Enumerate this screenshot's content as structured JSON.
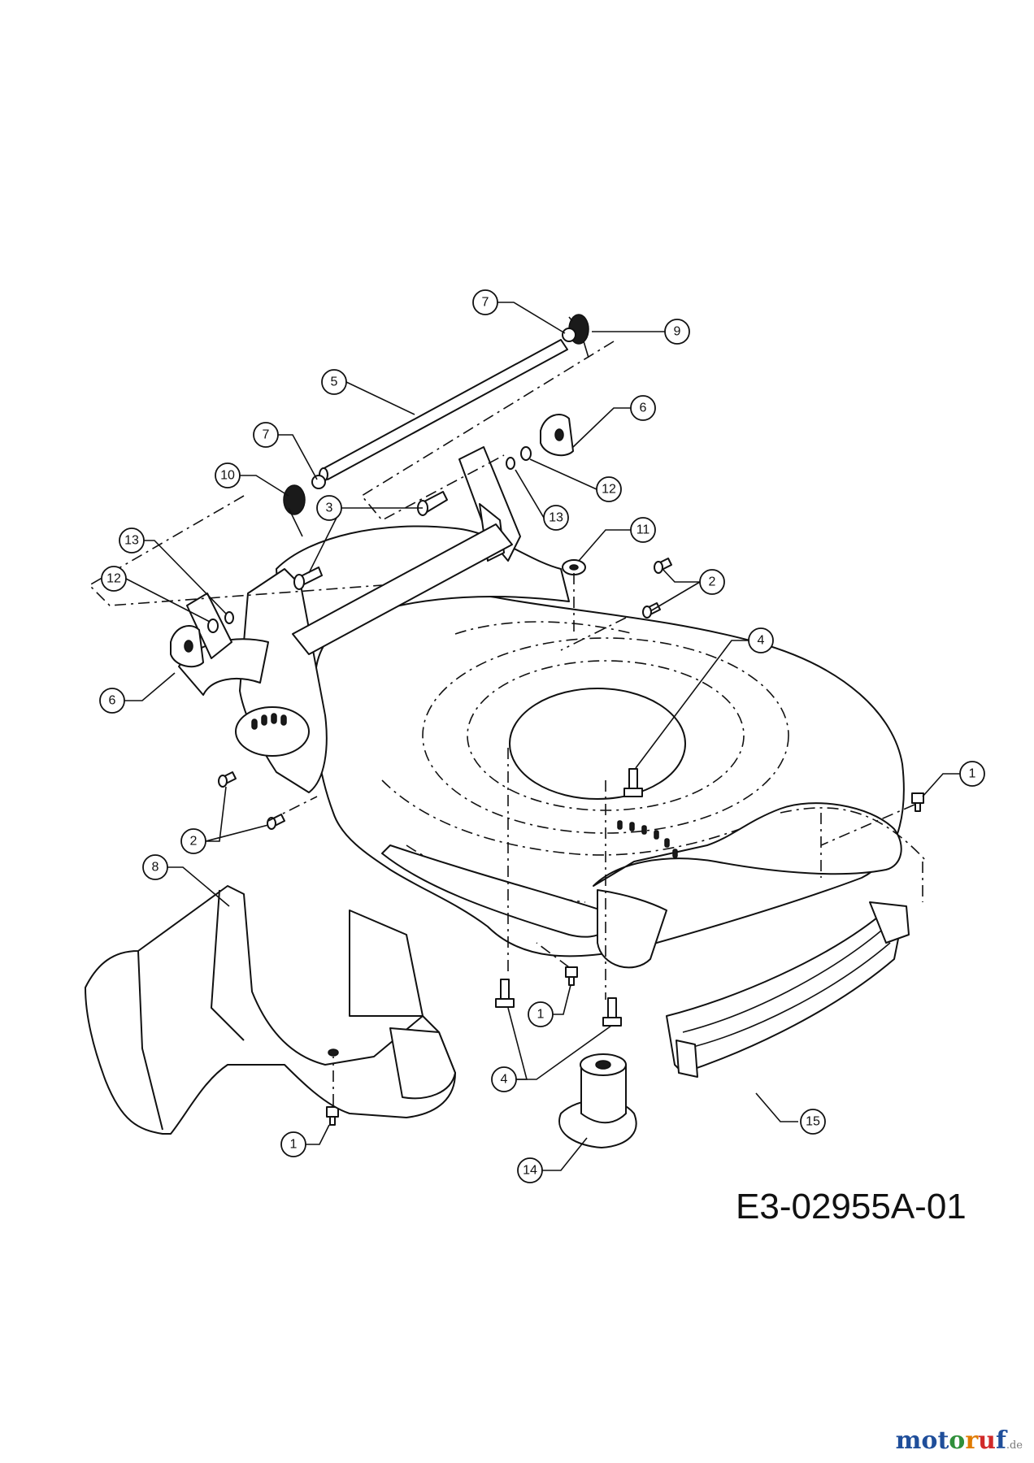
{
  "drawing_code": "E3-02955A-01",
  "watermark": {
    "letters": [
      {
        "ch": "m",
        "color": "#1f4e9a"
      },
      {
        "ch": "o",
        "color": "#1f4e9a"
      },
      {
        "ch": "t",
        "color": "#1f4e9a"
      },
      {
        "ch": "o",
        "color": "#2f8f3a"
      },
      {
        "ch": "r",
        "color": "#e07b00"
      },
      {
        "ch": "u",
        "color": "#d12a2a"
      },
      {
        "ch": "f",
        "color": "#1f4e9a"
      }
    ],
    "suffix": ".de"
  },
  "callouts": [
    {
      "label": "7"
    },
    {
      "label": "9"
    },
    {
      "label": "5"
    },
    {
      "label": "6"
    },
    {
      "label": "7"
    },
    {
      "label": "10"
    },
    {
      "label": "3"
    },
    {
      "label": "12"
    },
    {
      "label": "13"
    },
    {
      "label": "11"
    },
    {
      "label": "13"
    },
    {
      "label": "12"
    },
    {
      "label": "2"
    },
    {
      "label": "6"
    },
    {
      "label": "4"
    },
    {
      "label": "1"
    },
    {
      "label": "2"
    },
    {
      "label": "8"
    },
    {
      "label": "1"
    },
    {
      "label": "4"
    },
    {
      "label": "1"
    },
    {
      "label": "14"
    },
    {
      "label": "15"
    }
  ]
}
